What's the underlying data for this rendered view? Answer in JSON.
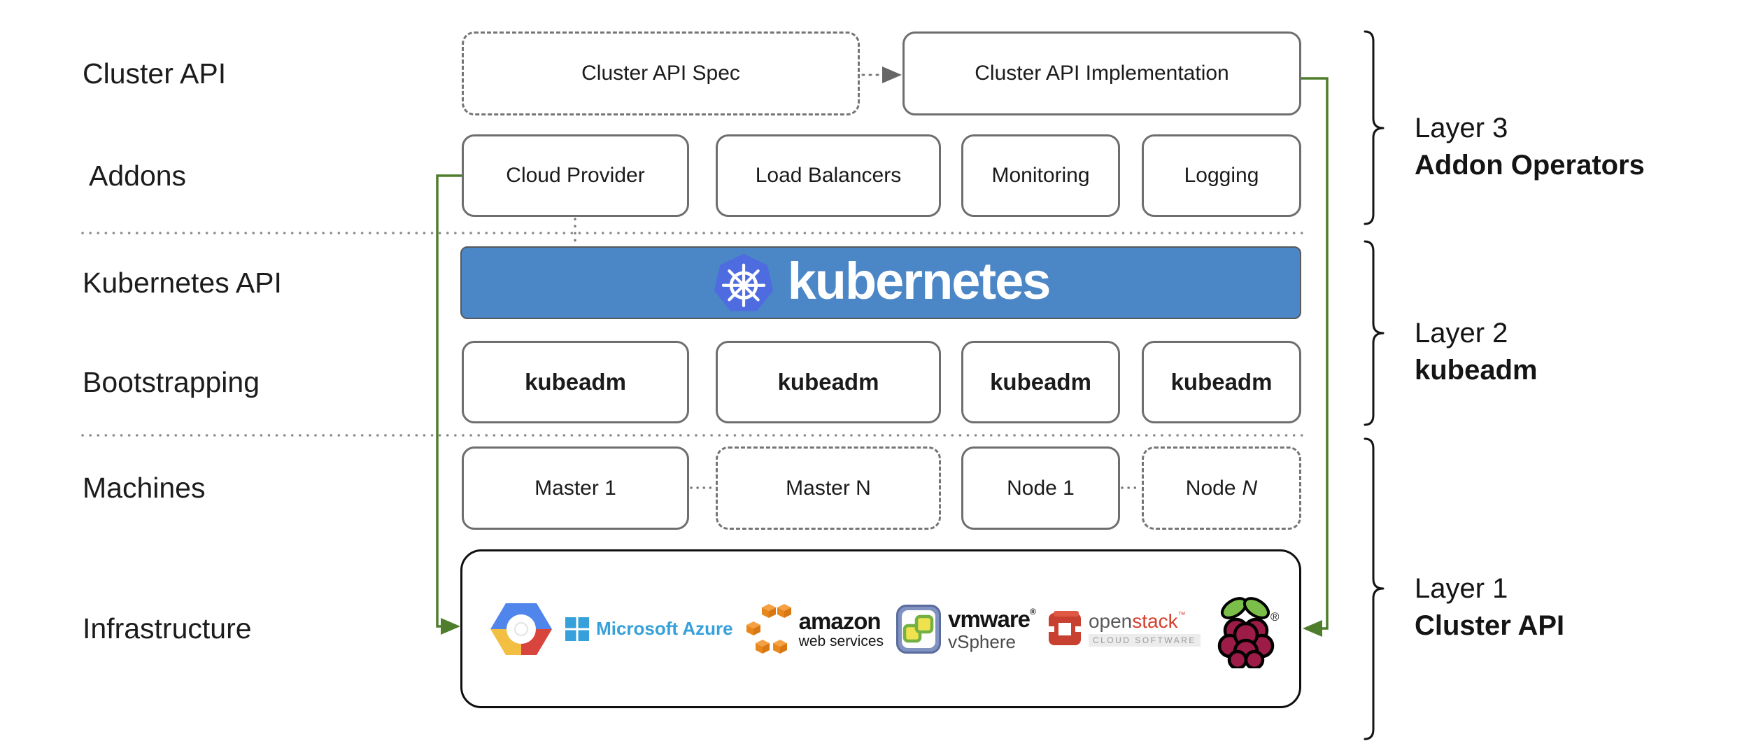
{
  "row_labels": {
    "cluster_api": "Cluster API",
    "addons": "Addons",
    "kubernetes_api": "Kubernetes API",
    "bootstrapping": "Bootstrapping",
    "machines": "Machines",
    "infrastructure": "Infrastructure"
  },
  "cluster_api_row": {
    "spec": "Cluster API Spec",
    "implementation": "Cluster API Implementation"
  },
  "addons_row": {
    "items": [
      "Cloud Provider",
      "Load Balancers",
      "Monitoring",
      "Logging"
    ]
  },
  "kubernetes_banner": {
    "label": "kubernetes"
  },
  "bootstrapping_row": {
    "items": [
      "kubeadm",
      "kubeadm",
      "kubeadm",
      "kubeadm"
    ]
  },
  "machines_row": {
    "master_1": "Master 1",
    "master_n": "Master N",
    "node_1": "Node 1",
    "node_n_prefix": "Node",
    "node_n_suffix": "N"
  },
  "infrastructure_row": {
    "logo_names": [
      "google-cloud-platform",
      "microsoft-azure",
      "amazon-web-services",
      "vmware-vsphere",
      "openstack",
      "raspberry-pi"
    ],
    "azure_label": "Microsoft Azure",
    "aws_label_line1": "amazon",
    "aws_label_line2": "web services",
    "vmware_label_line1": "vmware",
    "vmware_reg_mark": "®",
    "vmware_label_line2": "vSphere",
    "openstack_label_part1": "open",
    "openstack_label_part2": "stack",
    "openstack_trademark": "™",
    "openstack_sub_label": "CLOUD SOFTWARE",
    "rpi_reg_mark": "®"
  },
  "layer_labels": [
    {
      "line1": "Layer 3",
      "line2": "Addon Operators"
    },
    {
      "line1": "Layer 2",
      "line2": "kubeadm"
    },
    {
      "line1": "Layer 1",
      "line2": "Cluster API"
    }
  ],
  "colors": {
    "banner_blue": "#4B86C7",
    "k8s_logo_blue": "#4E6CE0",
    "accent_green": "#4E7D2B",
    "connector_gray": "#7a7a7a",
    "arrow_gray": "#666666",
    "separator_gray": "#8b8b8b",
    "bracket_black": "#141414",
    "azure_blue": "#36A0DA",
    "aws_orange": "#E8871C",
    "vmware_frame": "#7F92C0",
    "vmware_green": "#74B043",
    "openstack_red": "#C8402F",
    "rpi_crimson": "#9C1C47",
    "rpi_leaf_green": "#7CBE4A"
  }
}
